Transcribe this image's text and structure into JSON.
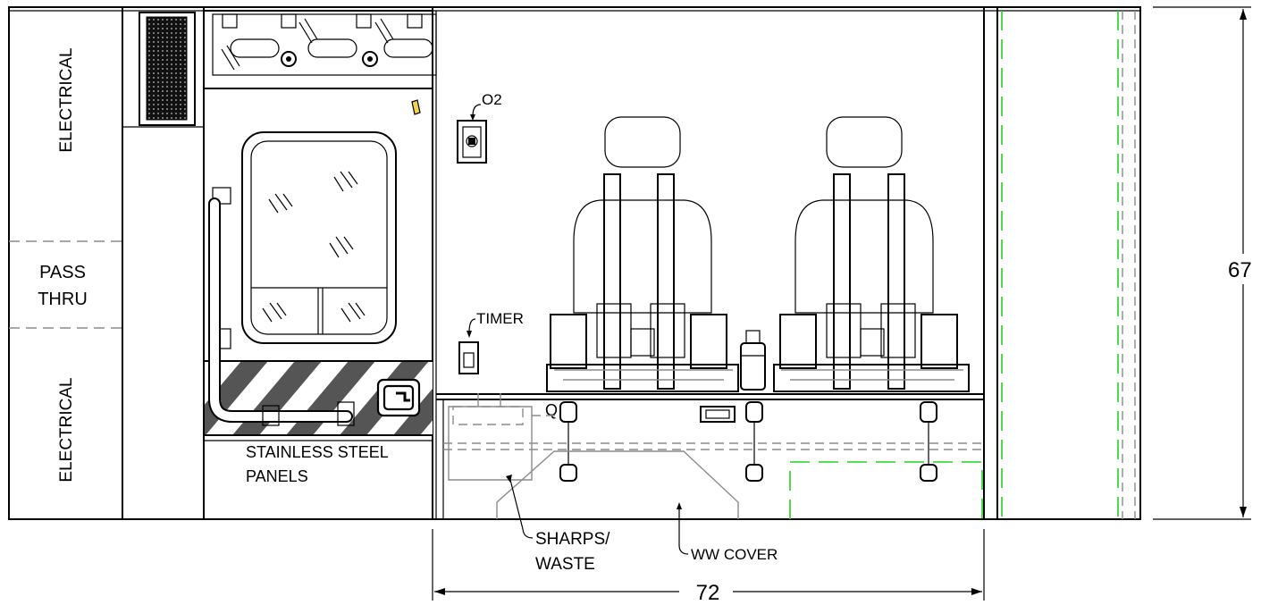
{
  "labels": {
    "electrical_top": "ELECTRICAL",
    "pass_thru_1": "PASS",
    "pass_thru_2": "THRU",
    "electrical_bottom": "ELECTRICAL",
    "o2": "O2",
    "timer": "TIMER",
    "q": "Q",
    "stainless_1": "STAINLESS STEEL",
    "stainless_2": "PANELS",
    "sharps_1": "SHARPS/",
    "sharps_2": "WASTE",
    "ww_cover": "WW COVER"
  },
  "dimensions": {
    "height": "67",
    "width": "72"
  },
  "colors": {
    "line": "#000000",
    "hidden": "#8c8c8c",
    "outline_green": "#22d322"
  }
}
